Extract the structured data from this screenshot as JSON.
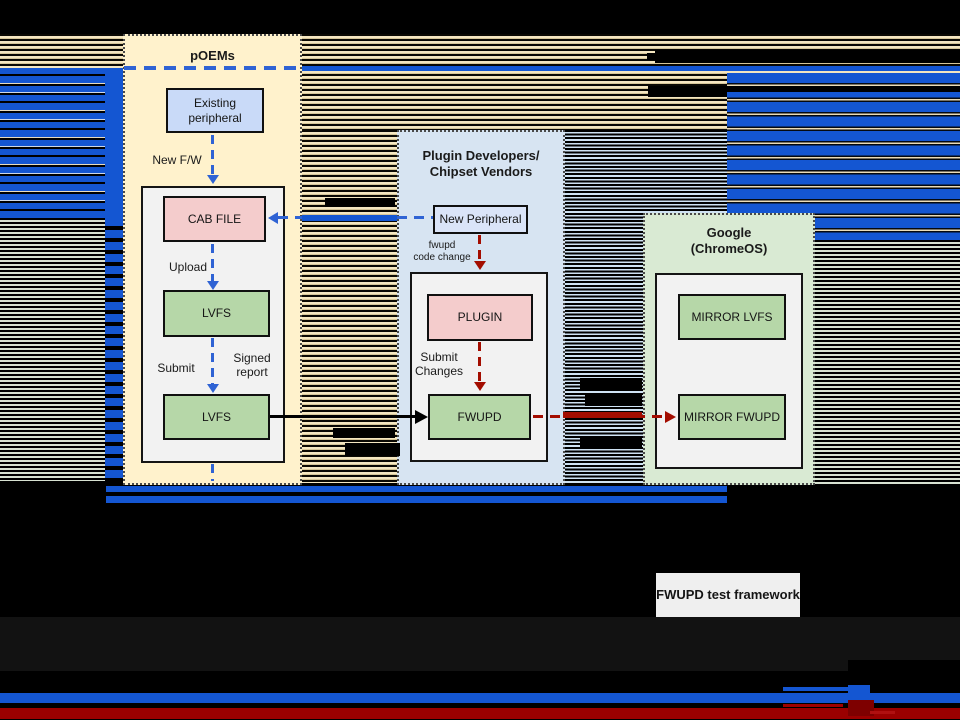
{
  "colors": {
    "glitch_blue": "#1456D2",
    "glitch_tan": "#F4E6C1",
    "glitch_pale_green": "#D8E2D2",
    "glitch_light_blue": "#CFE2F3",
    "bottom_red_bar": "#9B0000",
    "arrow_blue": "#2F63D4",
    "arrow_dark_red": "#A30D00",
    "arrow_black": "#000000",
    "panel_poems_bg": "#FFF2CC",
    "panel_plugin_bg": "#D7E4F2",
    "panel_google_bg": "#D9EAD3",
    "box_green": "#B6D7A8",
    "box_pink": "#F4CCCC",
    "box_light_blue": "#C9DAF8",
    "subpanel_gray": "#F2F2F2",
    "framework_box_bg": "#EFEFEF"
  },
  "panels": {
    "poems": {
      "title": "pOEMs"
    },
    "plugin": {
      "title_line1": "Plugin Developers/",
      "title_line2": "Chipset Vendors"
    },
    "google": {
      "title_line1": "Google",
      "title_line2": "(ChromeOS)"
    }
  },
  "boxes": {
    "existing_peripheral": {
      "line1": "Existing",
      "line2": "peripheral"
    },
    "cab_file": {
      "label": "CAB FILE"
    },
    "lvfs_upper": {
      "label": "LVFS"
    },
    "lvfs_lower": {
      "label": "LVFS"
    },
    "new_peripheral": {
      "label": "New Peripheral"
    },
    "plugin": {
      "label": "PLUGIN"
    },
    "fwupd": {
      "label": "FWUPD"
    },
    "mirror_lvfs": {
      "label": "MIRROR LVFS"
    },
    "mirror_fwupd": {
      "label": "MIRROR FWUPD"
    },
    "test_framework": {
      "label": "FWUPD test framework"
    }
  },
  "labels": {
    "new_fw": "New F/W",
    "upload": "Upload",
    "submit": "Submit",
    "signed_report": {
      "line1": "Signed",
      "line2": "report"
    },
    "fwupd_code_change": {
      "line1": "fwupd",
      "line2": "code change"
    },
    "submit_changes": {
      "line1": "Submit",
      "line2": "Changes"
    }
  }
}
